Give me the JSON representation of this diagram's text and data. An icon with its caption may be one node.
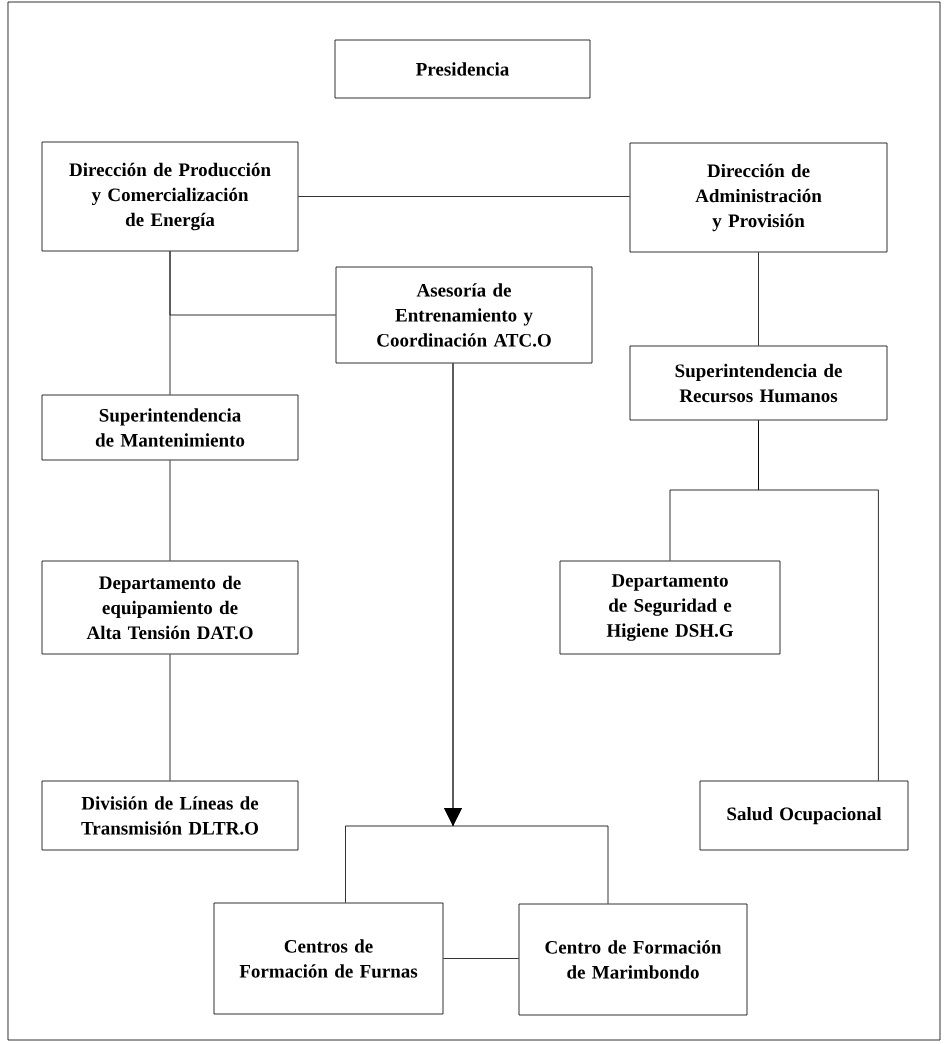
{
  "diagram": {
    "nodes": [
      {
        "text": [
          "Presidencia"
        ]
      },
      {
        "text": [
          "Dirección de Producción y Comercialización de Energía"
        ]
      },
      {
        "text": [
          "Dirección de Administración y Provisión"
        ]
      },
      {
        "text": [
          "Asesoría de Entrenamiento y Coordinación ATC.O"
        ]
      },
      {
        "text": [
          "Superintendencia de Recursos Humanos"
        ]
      },
      {
        "text": [
          "Superintendencia de Mantenimiento"
        ]
      },
      {
        "text": [
          "Departamento de equipamiento de Alta Tensión DAT.O"
        ]
      },
      {
        "text": [
          "Departamento de Seguridad e Higiene DSH.G"
        ]
      },
      {
        "text": [
          "División de Líneas de Transmisión DLTR.O"
        ]
      },
      {
        "text": [
          "Salud Ocupacional"
        ]
      },
      {
        "text": [
          "Centros de Formación de Furnas"
        ]
      },
      {
        "text": [
          "Centro de Formación de Marimbondo"
        ]
      }
    ],
    "edges": [
      {
        "from": 1,
        "to": 2,
        "arrow": "none"
      },
      {
        "from": 1,
        "to": 5,
        "arrow": "none"
      },
      {
        "from": 3,
        "to": 1,
        "arrow": "none"
      },
      {
        "from": 5,
        "to": 6,
        "arrow": "none"
      },
      {
        "from": 6,
        "to": 8,
        "arrow": "none"
      },
      {
        "from": 2,
        "to": 4,
        "arrow": "none"
      },
      {
        "from": 4,
        "to": 7,
        "arrow": "none"
      },
      {
        "from": 4,
        "to": 9,
        "arrow": "none"
      },
      {
        "from": 3,
        "to": 10,
        "arrow": "to"
      },
      {
        "from": 3,
        "to": 11,
        "arrow": "to"
      },
      {
        "from": 10,
        "to": 11,
        "arrow": "none"
      }
    ]
  }
}
